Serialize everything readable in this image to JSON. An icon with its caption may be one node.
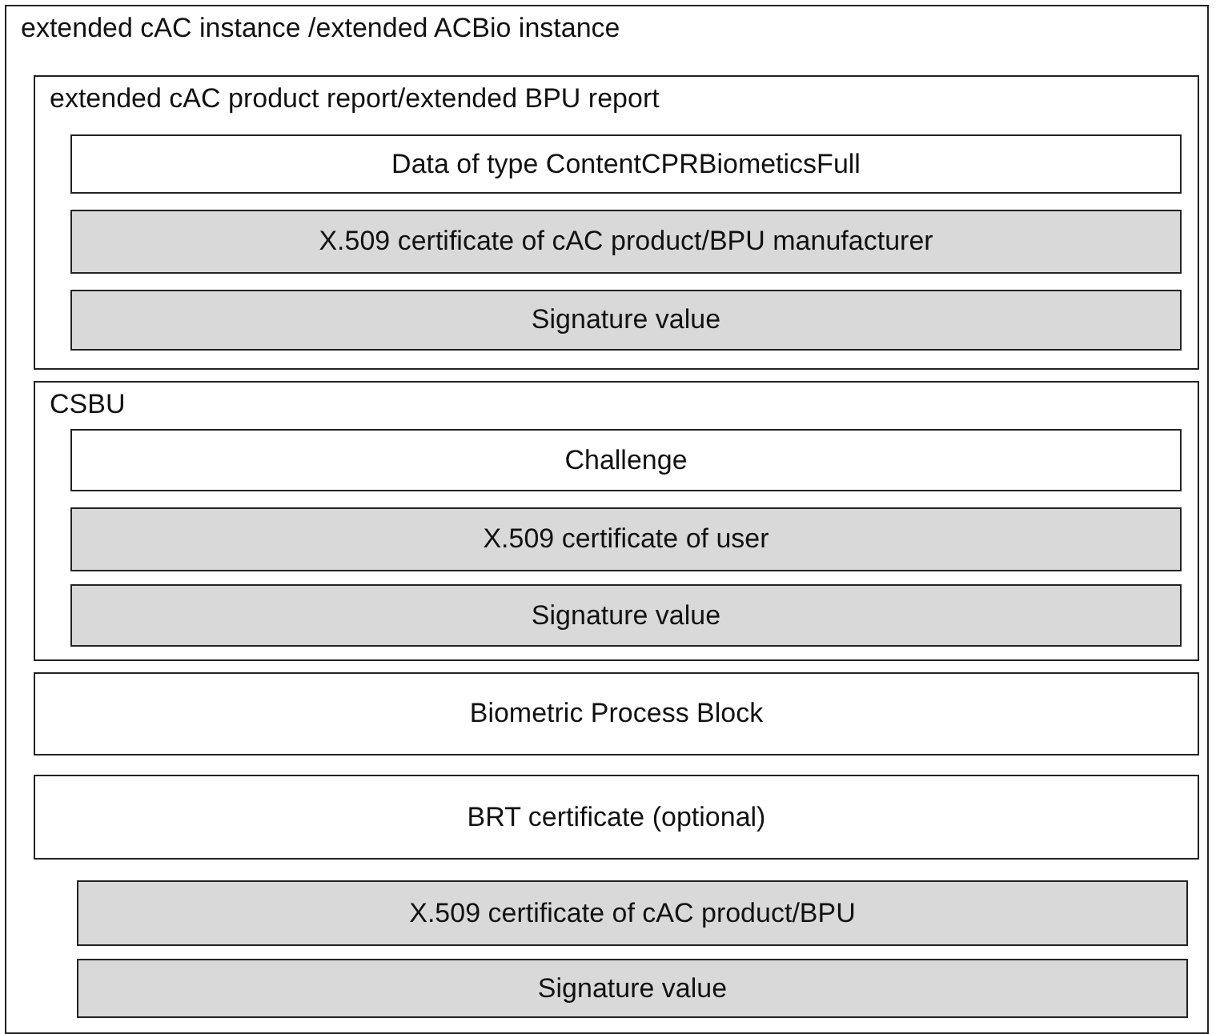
{
  "diagram": {
    "nodes": [
      {
        "text": [
          "extended cAC instance /extended ACBio instance"
        ]
      },
      {
        "text": [
          "extended cAC product report/extended BPU report"
        ],
        "in": 0
      },
      {
        "text": [
          "Data of type ContentCPRBiometicsFull"
        ],
        "in": 1
      },
      {
        "text": [
          "X.509 certificate of cAC product/BPU manufacturer"
        ],
        "in": 1
      },
      {
        "text": [
          "Signature value"
        ],
        "in": 1
      },
      {
        "text": [
          "CSBU"
        ],
        "in": 0
      },
      {
        "text": [
          "Challenge"
        ],
        "in": 5
      },
      {
        "text": [
          "X.509 certificate of user"
        ],
        "in": 5
      },
      {
        "text": [
          "Signature value"
        ],
        "in": 5
      },
      {
        "text": [
          "Biometric Process Block"
        ],
        "in": 0
      },
      {
        "text": [
          "BRT certificate (optional)"
        ],
        "in": 0
      },
      {
        "text": [
          "X.509 certificate of cAC product/BPU"
        ],
        "in": 0
      },
      {
        "text": [
          "Signature value"
        ],
        "in": 0
      }
    ],
    "edges": []
  }
}
